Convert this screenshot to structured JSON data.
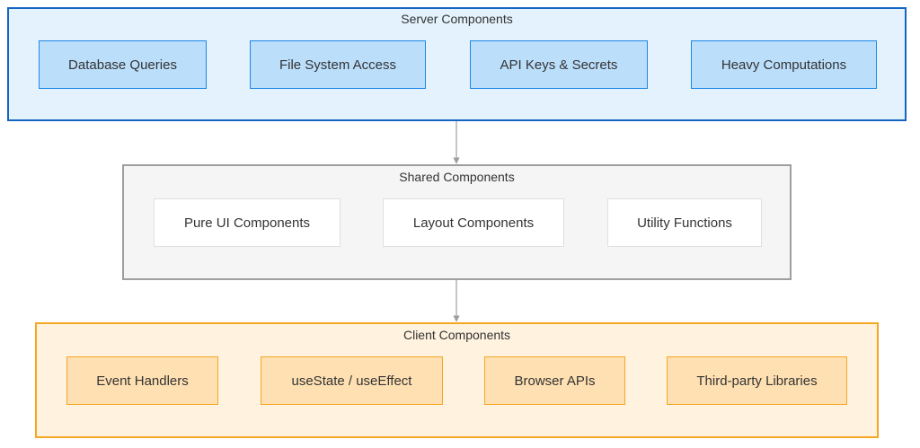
{
  "groups": {
    "server": {
      "title": "Server Components",
      "nodes": [
        "Database Queries",
        "File System Access",
        "API Keys & Secrets",
        "Heavy Computations"
      ]
    },
    "shared": {
      "title": "Shared Components",
      "nodes": [
        "Pure UI Components",
        "Layout Components",
        "Utility Functions"
      ]
    },
    "client": {
      "title": "Client Components",
      "nodes": [
        "Event Handlers",
        "useState / useEffect",
        "Browser APIs",
        "Third-party Libraries"
      ]
    }
  },
  "edges": [
    {
      "from": "server",
      "to": "shared"
    },
    {
      "from": "shared",
      "to": "client"
    }
  ],
  "colors": {
    "server_fill": "#e3f2fd",
    "server_border": "#1565c0",
    "shared_fill": "#f5f5f5",
    "shared_border": "#9e9e9e",
    "client_fill": "#fff3e0",
    "client_border": "#f5a623",
    "edge": "#9e9e9e"
  }
}
